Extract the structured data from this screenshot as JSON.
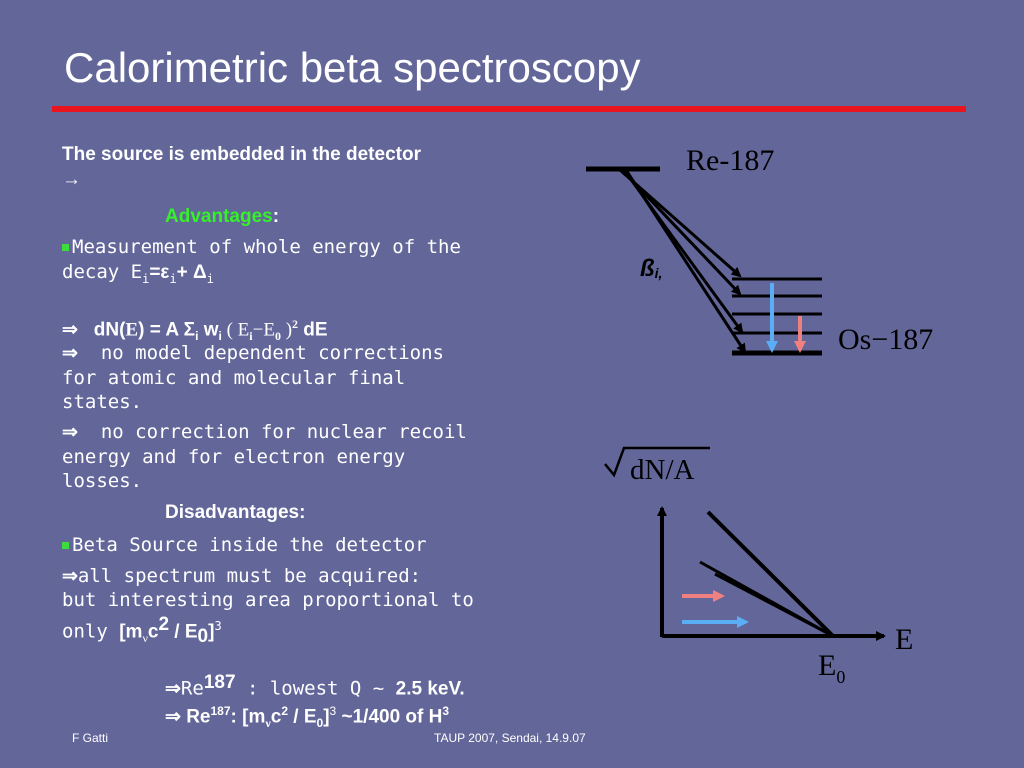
{
  "slide": {
    "title": "Calorimetric beta spectroscopy"
  },
  "body": {
    "intro": "The  source is embedded in the detector",
    "intro_arrow": "→",
    "advantages_label": "Advantages",
    "advantages_colon": ":",
    "adv1_line1": "Measurement of whole energy of the",
    "adv1_line2_prefix": "decay E",
    "adv1_formula": "=ε",
    "adv1_formula_plus": "+ Δ",
    "sub_i": "i",
    "implies": "⇒",
    "dn_formula_prefix": "dN(",
    "dn_E": "E",
    "dn_formula_mid": ") = A Σ",
    "dn_w": " w",
    "dn_paren": " ( E",
    "dn_minus": "−E",
    "dn_sub0": "0",
    "dn_close": " )",
    "dn_sup2": "2",
    "dn_dE": " dE",
    "adv2_l1": "no model dependent corrections",
    "adv2_l2": "for atomic and molecular final",
    "adv2_l3": "states.",
    "adv3_l1": "no correction for nuclear recoil",
    "adv3_l2": "energy and for electron energy",
    "adv3_l3": "losses.",
    "disadvantages_label": "Disadvantages",
    "dis1": "Beta Source inside the detector",
    "dis2_l1": "all spectrum  must be acquired:",
    "dis2_l2": "but interesting area proportional to",
    "dis2_l3_prefix": "only ",
    "dis2_formula_m": "[m",
    "nu": "ν",
    "c": "c",
    "sup2": "2",
    "slash_E": " / E",
    "sub0": "0",
    "close_bracket": "]",
    "sup3": "3",
    "re_line1_prefix": "Re",
    "re_sup": "187",
    "re_line1_rest": " : lowest Q ~ ",
    "re_line1_val": "2.5 keV.",
    "re_line2_rest": ": ",
    "re_line2_tail": " ~1/400 of H",
    "h_sup": "3"
  },
  "diagram": {
    "re_label": "Re-187",
    "os_label": "Os−187",
    "beta_label": "ß",
    "beta_sub": "i,",
    "y_label": "dN/A",
    "x_label": "E",
    "e0_label": "E",
    "e0_sub": "0",
    "colors": {
      "blue_arrow": "#5aaef5",
      "pink_arrow": "#f08080",
      "line": "#000000"
    }
  },
  "footer": {
    "author": "F Gatti",
    "event": "TAUP 2007, Sendai, 14.9.07"
  }
}
